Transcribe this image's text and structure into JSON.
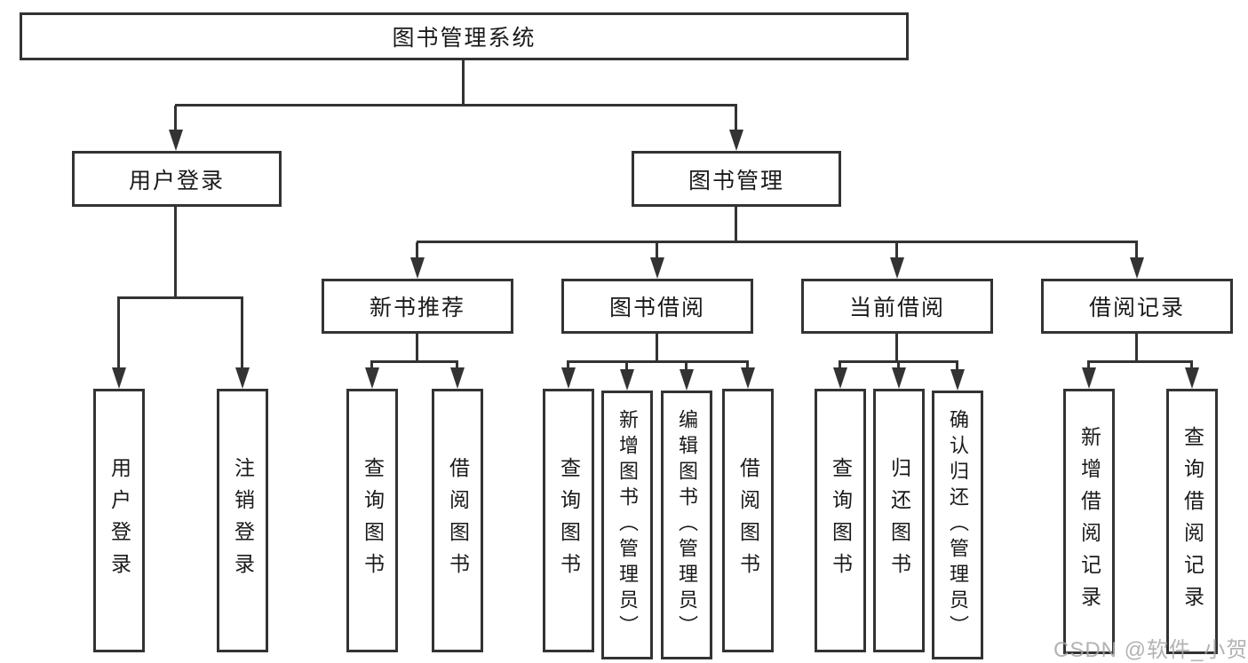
{
  "title": "图书管理系统",
  "watermark": "CSDN @软件_小贺同学",
  "colors": {
    "background": "#ffffff",
    "line": "#333333",
    "box_border": "#333333",
    "text": "#1a1a1a",
    "watermark": "#a6a6a6"
  },
  "nodes": {
    "root": "图书管理系统",
    "user_login": "用户登录",
    "book_mgmt": "图书管理",
    "new_book_rec": "新书推荐",
    "book_borrow": "图书借阅",
    "current_borrow": "当前借阅",
    "borrow_records": "借阅记录",
    "leaf_user_login": "用户登录",
    "leaf_logout": "注销登录",
    "leaf_query_book_1": "查询图书",
    "leaf_borrow_book_1": "借阅图书",
    "leaf_query_book_2": "查询图书",
    "leaf_add_book": "新增图书（管理员）",
    "leaf_edit_book": "编辑图书（管理员）",
    "leaf_borrow_book_2": "借阅图书",
    "leaf_query_book_3": "查询图书",
    "leaf_return_book": "归还图书",
    "leaf_confirm_return": "确认归还（管理员）",
    "leaf_add_record": "新增借阅记录",
    "leaf_query_record": "查询借阅记录"
  },
  "tree": {
    "图书管理系统": {
      "用户登录": [
        "用户登录",
        "注销登录"
      ],
      "图书管理": {
        "新书推荐": [
          "查询图书",
          "借阅图书"
        ],
        "图书借阅": [
          "查询图书",
          "新增图书（管理员）",
          "编辑图书（管理员）",
          "借阅图书"
        ],
        "当前借阅": [
          "查询图书",
          "归还图书",
          "确认归还（管理员）"
        ],
        "借阅记录": [
          "新增借阅记录",
          "查询借阅记录"
        ]
      }
    }
  }
}
